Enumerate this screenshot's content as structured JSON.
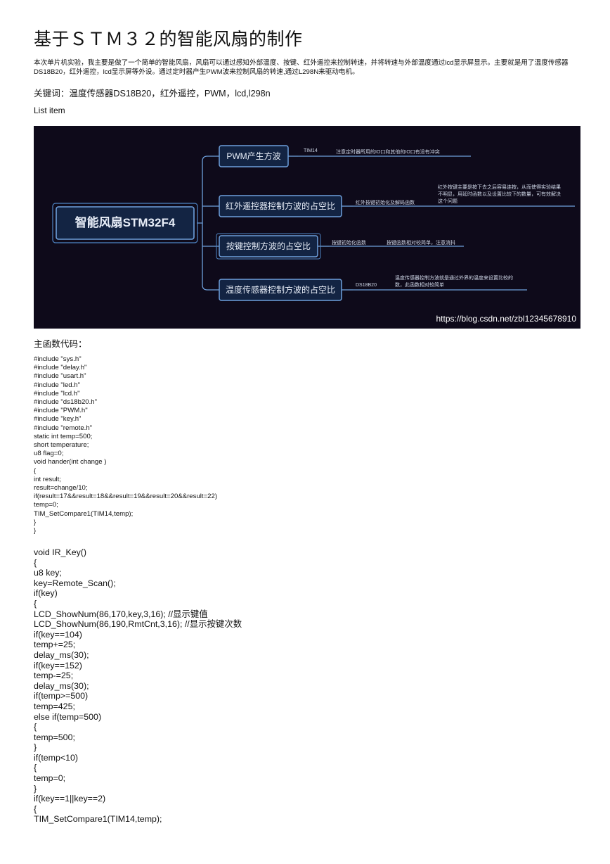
{
  "title": "基于ＳＴＭ３２的智能风扇的制作",
  "abstract": "本次单片机实验，我主要是做了一个简单的智能风扇，风扇可以通过感知外部温度、按键、红外遥控来控制转速，并将转速与外部温度通过lcd显示屏显示。主要就是用了温度传感器DS18B20，红外遥控，lcd显示屏等外设。通过定时器产生PWM波来控制风扇的转速,通过L298N来驱动电机。",
  "keywords": "关键词：温度传感器DS18B20，红外遥控，PWM，lcd,l298n",
  "list_item": "List item",
  "mindmap": {
    "root": "智能风扇STM32F4",
    "branches": [
      {
        "label": "PWM产生方波",
        "sub": "TIM14",
        "note": "注意定时器所用的IO口和其他的IO口有没有冲突"
      },
      {
        "label": "红外遥控器控制方波的占空比",
        "sub": "红外按键初始化及解码函数",
        "note1": "红外按键主要是按下去之后容易连按，从而使得实验结果",
        "note2": "不明显，用延时函数以及设置比较下的数量，可有效解决",
        "note3": "这个问题"
      },
      {
        "label": "按键控制方波的占空比",
        "sub": "按键初始化函数",
        "note": "按键函数相对较简单，注意消抖"
      },
      {
        "label": "温度传感器控制方波的占空比",
        "sub": "DS18B20",
        "note1": "温度传感器控制方波就是通过外界的温度来设置比较的",
        "note2": "数，此函数相对较简单"
      }
    ],
    "watermark": "https://blog.csdn.net/zbl12345678910",
    "colors": {
      "background": "#0e0a1a",
      "node_border": "#4f86c6",
      "node_fill": "#132443",
      "text": "#e8eef8"
    }
  },
  "main_label": "主函数代码：",
  "code_small": [
    "#include \"sys.h\"",
    "#include \"delay.h\"",
    "#include \"usart.h\"",
    "#include \"led.h\"",
    "#include \"lcd.h\"",
    "#include \"ds18b20.h\"",
    "#include \"PWM.h\"",
    "#include \"key.h\"",
    "#include \"remote.h\"",
    "static int temp=500;",
    "short temperature;",
    "u8 flag=0;",
    "void hander(int change )",
    "{",
    "int result;",
    "result=change/10;",
    "if(result=17&&result=18&&result=19&&result=20&&result=22)",
    "temp=0;",
    "TIM_SetCompare1(TIM14,temp);",
    "}",
    "}"
  ],
  "code_large": [
    "void IR_Key()",
    "{",
    "u8 key;",
    "key=Remote_Scan();",
    "if(key)",
    "{",
    "LCD_ShowNum(86,170,key,3,16); //显示键值",
    "LCD_ShowNum(86,190,RmtCnt,3,16); //显示按键次数",
    "if(key==104)",
    "temp+=25;",
    "delay_ms(30);",
    "if(key==152)",
    "temp-=25;",
    "delay_ms(30);",
    "if(temp>=500)",
    "temp=425;",
    "else if(temp=500)",
    "{",
    "temp=500;",
    "}",
    "if(temp<10)",
    "{",
    "temp=0;",
    "}",
    "if(key==1||key==2)",
    "{",
    "TIM_SetCompare1(TIM14,temp);"
  ]
}
